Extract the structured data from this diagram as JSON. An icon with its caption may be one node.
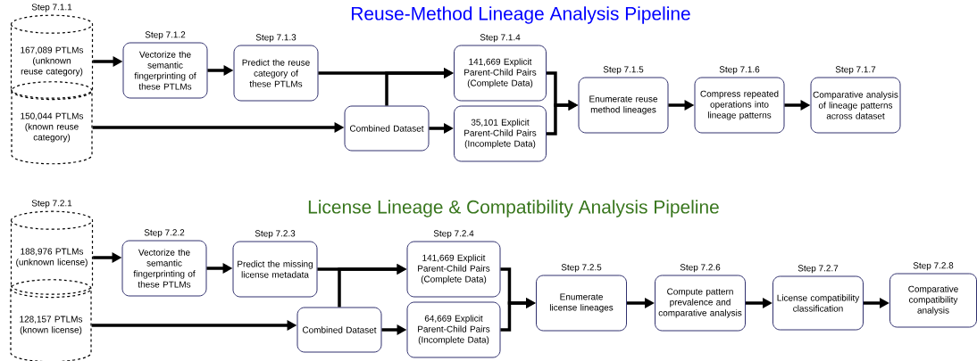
{
  "diagram": {
    "nodes": [
      {
        "text": [
          "167,089 PTLMs (unknown reuse category)"
        ],
        "beside": [
          "Step 7.1.1"
        ]
      },
      {
        "text": [
          "150,044 PTLMs (known reuse category)"
        ]
      },
      {
        "text": [
          "Vectorize the semantic fingerprinting of these PTLMs"
        ],
        "beside": [
          "Step 7.1.2"
        ]
      },
      {
        "text": [
          "Predict the reuse category of these PTLMs"
        ],
        "beside": [
          "Step 7.1.3"
        ]
      },
      {
        "text": [
          "Combined Dataset"
        ]
      },
      {
        "text": [
          "141,669 Explicit Parent-Child Pairs (Complete Data)"
        ],
        "beside": [
          "Step 7.1.4"
        ]
      },
      {
        "text": [
          "35,101 Explicit Parent-Child Pairs (Incomplete Data)"
        ]
      },
      {
        "text": [
          "Enumerate reuse method lineages"
        ],
        "beside": [
          "Step 7.1.5"
        ]
      },
      {
        "text": [
          "Compress repeated operations into lineage patterns"
        ],
        "beside": [
          "Step 7.1.6"
        ]
      },
      {
        "text": [
          "Comparative analysis of lineage patterns across dataset"
        ],
        "beside": [
          "Step 7.1.7"
        ]
      },
      {
        "text": [
          "188,976 PTLMs (unknown license)"
        ],
        "beside": [
          "Step 7.2.1"
        ]
      },
      {
        "text": [
          "128,157 PTLMs (known license)"
        ]
      },
      {
        "text": [
          "Vectorize the semantic fingerprinting of these PTLMs"
        ],
        "beside": [
          "Step 7.2.2"
        ]
      },
      {
        "text": [
          "Predict the missing license metadata"
        ],
        "beside": [
          "Step 7.2.3"
        ]
      },
      {
        "text": [
          "Combined Dataset"
        ]
      },
      {
        "text": [
          "141,669 Explicit Parent-Child Pairs (Complete Data)"
        ],
        "beside": [
          "Step 7.2.4"
        ]
      },
      {
        "text": [
          "64,669 Explicit Parent-Child Pairs (Incomplete Data)"
        ]
      },
      {
        "text": [
          "Enumerate license lineages"
        ],
        "beside": [
          "Step 7.2.5"
        ]
      },
      {
        "text": [
          "Compute pattern prevalence and comparative analysis"
        ],
        "beside": [
          "Step 7.2.6"
        ]
      },
      {
        "text": [
          "License compatibility classification"
        ],
        "beside": [
          "Step 7.2.7"
        ]
      },
      {
        "text": [
          "Comparative compatibility analysis"
        ],
        "beside": [
          "Step 7.2.8"
        ]
      }
    ],
    "edges": [
      {
        "from": 0,
        "to": 2,
        "arrow": "to"
      },
      {
        "from": 1,
        "to": 4,
        "arrow": "to"
      },
      {
        "from": 2,
        "to": 3,
        "arrow": "to"
      },
      {
        "from": 3,
        "to": 5,
        "arrow": "to"
      },
      {
        "from": 4,
        "to": 5,
        "arrow": "to"
      },
      {
        "from": 4,
        "to": 6,
        "arrow": "to"
      },
      {
        "from": 5,
        "to": 7,
        "arrow": "to"
      },
      {
        "from": 6,
        "to": 7,
        "arrow": "to"
      },
      {
        "from": 7,
        "to": 8,
        "arrow": "to"
      },
      {
        "from": 8,
        "to": 9,
        "arrow": "to"
      },
      {
        "from": 10,
        "to": 12,
        "arrow": "to"
      },
      {
        "from": 11,
        "to": 14,
        "arrow": "to"
      },
      {
        "from": 12,
        "to": 13,
        "arrow": "to"
      },
      {
        "from": 13,
        "to": 15,
        "arrow": "to"
      },
      {
        "from": 14,
        "to": 15,
        "arrow": "to"
      },
      {
        "from": 14,
        "to": 16,
        "arrow": "to"
      },
      {
        "from": 15,
        "to": 17,
        "arrow": "to"
      },
      {
        "from": 16,
        "to": 17,
        "arrow": "to"
      },
      {
        "from": 17,
        "to": 18,
        "arrow": "to"
      },
      {
        "from": 18,
        "to": 19,
        "arrow": "to"
      },
      {
        "from": 19,
        "to": 20,
        "arrow": "to"
      }
    ],
    "labels": [
      "Reuse-Method Lineage Analysis Pipeline",
      "License Lineage & Compatibility Analysis Pipeline"
    ]
  }
}
